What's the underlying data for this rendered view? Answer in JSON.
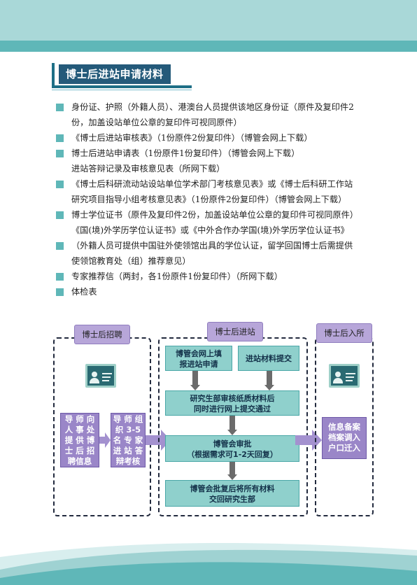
{
  "section": {
    "title": "博士后进站申请材料"
  },
  "materials": [
    {
      "lines": [
        "身份证、护照（外籍人员）、港澳台人员提供该地区身份证（原件及复印件2",
        "份，加盖设站单位公章的复印件可视同原件）"
      ]
    },
    {
      "lines": [
        "《博士后进站审核表》（1份原件2份复印件）（博管会网上下载）"
      ]
    },
    {
      "lines": [
        "博士后进站申请表（1份原件1份复印件）（博管会网上下载）",
        "进站答辩记录及审核意见表（所网下载）"
      ]
    },
    {
      "lines": [
        "《博士后科研流动站设站单位学术部门考核意见表》或《博士后科研工作站",
        "研究项目指导小组考核意见表》（1份原件2份复印件）（博管会网上下载）"
      ]
    },
    {
      "lines": [
        "博士学位证书（原件及复印件2份，加盖设站单位公章的复印件可视同原件）",
        "《国(境)外学历学位认证书》或《中外合作办学国(境)外学历学位认证书》"
      ]
    },
    {
      "lines": [
        "（外籍人员可提供中国驻外使领馆出具的学位认证，留学回国博士后需提供",
        "使领馆教育处（组）推荐意见）"
      ]
    },
    {
      "lines": [
        "专家推荐信（两封，各1份原件1份复印件）（所网下载）"
      ]
    },
    {
      "lines": [
        "体检表"
      ]
    }
  ],
  "flow": {
    "recruit": {
      "tab": "博士后招聘",
      "box1": [
        "导",
        "师",
        "向",
        "人",
        "事",
        "处",
        "提",
        "供",
        "博",
        "士",
        "后",
        "招",
        "聘",
        "信",
        "息"
      ],
      "box1_lines": [
        "导 师 向",
        "人 事 处",
        "提 供 博",
        "士 后 招",
        "聘信息"
      ],
      "box2_lines": [
        "导 师 组",
        "织  3-5",
        "名 专 家",
        "进 站 答",
        "辩考核"
      ],
      "icon": "id-card-icon"
    },
    "entry": {
      "tab": "博士后进站",
      "step_online": [
        "博管会网上填",
        "报进站申请"
      ],
      "step_submit": [
        "进站材料提交"
      ],
      "step_review": [
        "研究生部审核纸质材料后",
        "同时进行网上提交通过"
      ],
      "step_approve": [
        "博管会审批",
        "（根据需求可1-2天回复）"
      ],
      "step_return": [
        "博管会批复后将所有材料",
        "交回研究生部"
      ]
    },
    "admit": {
      "tab": "博士后入所",
      "box_lines": [
        "信息备案",
        "档案调入",
        "户口迁入"
      ],
      "icon": "id-card-icon"
    }
  },
  "colors": {
    "teal_band_light": "#a9d8d8",
    "teal_band_dark": "#5fb7b8",
    "title_bg": "#245a7a",
    "purple": "#9a86c8",
    "teal_box": "#8fd0cc"
  }
}
